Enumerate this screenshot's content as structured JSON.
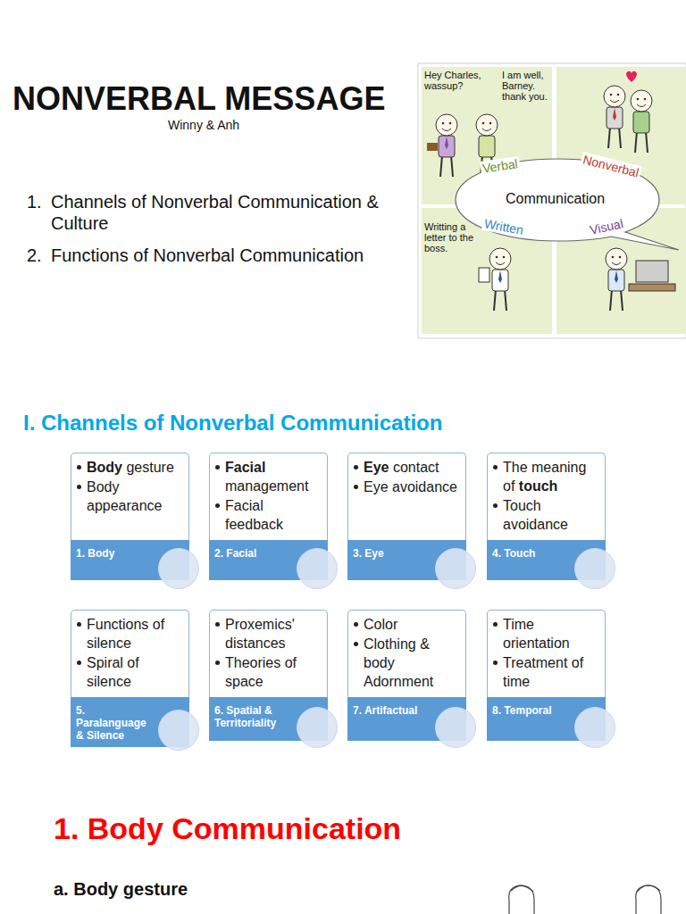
{
  "diagram": {
    "title": "NONVERBAL MESSAGE",
    "nodes": [
      {
        "text": [
          "Verbal",
          "Nonverbal",
          "Communication",
          "Written",
          "Visual"
        ]
      },
      {
        "text": [
          "Body gesture",
          "Body appearance",
          "1. Body"
        ]
      },
      {
        "text": [
          "Facial management",
          "Facial feedback",
          "2. Facial"
        ]
      },
      {
        "text": [
          "Eye contact",
          "Eye avoidance",
          "3. Eye"
        ]
      },
      {
        "text": [
          "The meaning of touch",
          "Touch avoidance",
          "4. Touch"
        ]
      },
      {
        "text": [
          "Functions of silence",
          "Spiral of silence",
          "5. Paralanguage & Silence"
        ]
      },
      {
        "text": [
          "Proxemics' distances",
          "Theories of space",
          "6. Spatial & Territoriality"
        ]
      },
      {
        "text": [
          "Color",
          "Clothing & body Adornment",
          "7. Artifactual"
        ]
      },
      {
        "text": [
          "Time orientation",
          "Treatment of time",
          "8. Temporal"
        ]
      }
    ],
    "labels": [
      "Winny & Anh",
      "1.",
      "Channels of Nonverbal Communication & Culture",
      "2.",
      "Functions of Nonverbal Communication",
      "Hey Charles, wassup?",
      "I am well, Barney. thank you.",
      "Writting a letter to the boss.",
      "I. Channels of Nonverbal Communication",
      "1. Body Communication",
      "a. Body gesture"
    ]
  }
}
